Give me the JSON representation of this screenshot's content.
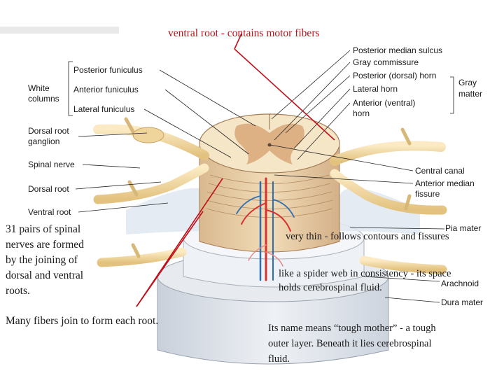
{
  "annotations": {
    "ventral_root_note": "ventral root - contains motor fibers",
    "pairs_note": [
      "31 pairs of spinal",
      "nerves are formed",
      "by the joining of",
      "dorsal and ventral",
      "roots."
    ],
    "fibers_note": "Many fibers join to form each root.",
    "pia_note": "very thin - follows contours and fissures",
    "arachnoid_note": [
      "like a spider web in consistency - its space",
      "holds cerebrospinal fluid."
    ],
    "dura_note": [
      "Its name means “tough mother” - a tough",
      "outer layer. Beneath it lies cerebrospinal",
      "fluid."
    ]
  },
  "labels": {
    "white_columns": [
      "White",
      "columns"
    ],
    "posterior_funiculus": "Posterior funiculus",
    "anterior_funiculus": "Anterior funiculus",
    "lateral_funiculus": "Lateral funiculus",
    "dorsal_root_ganglion": [
      "Dorsal root",
      "ganglion"
    ],
    "spinal_nerve": "Spinal nerve",
    "dorsal_root": "Dorsal root",
    "ventral_root": "Ventral root",
    "posterior_median_sulcus": "Posterior median sulcus",
    "gray_commissure": "Gray commissure",
    "posterior_horn": "Posterior (dorsal) horn",
    "lateral_horn": "Lateral horn",
    "anterior_horn": [
      "Anterior (ventral)",
      "horn"
    ],
    "gray_matter": [
      "Gray",
      "matter"
    ],
    "central_canal": "Central canal",
    "anterior_median_fissure": [
      "Anterior median",
      "fissure"
    ],
    "pia_mater": "Pia mater",
    "arachnoid": "Arachnoid",
    "dura_mater": "Dura mater"
  },
  "colors": {
    "annotation_red": "#c0101a",
    "nerve_yellow": "#f2d9a0",
    "white_matter": "#f6e6c8",
    "gray_matter": "#d9a779",
    "artery": "#d8322e",
    "vein": "#2f6fb0",
    "meninges": "#e3e8ef"
  }
}
